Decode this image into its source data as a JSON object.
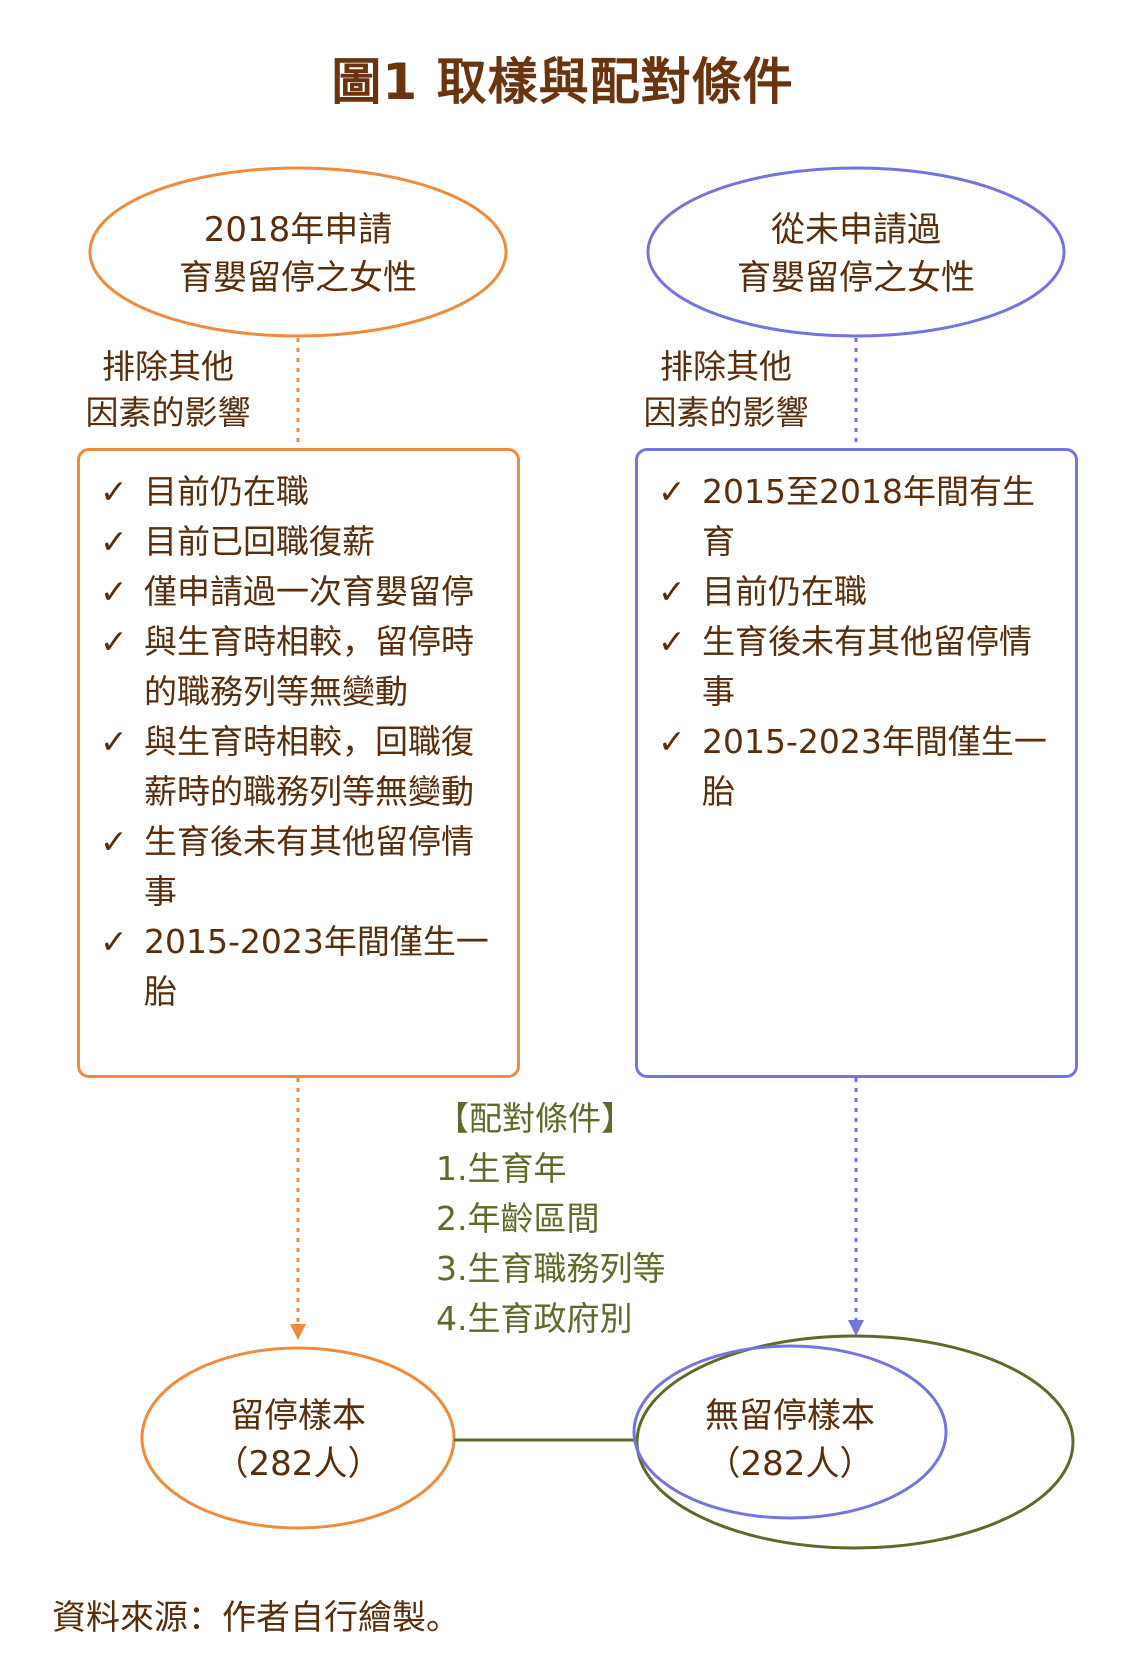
{
  "title": "圖1  取樣與配對條件",
  "colors": {
    "left": "#f08a3c",
    "right": "#7474e0",
    "green": "#5c6a2a",
    "text": "#5a2d0c"
  },
  "left": {
    "top_node": [
      "2018年申請",
      "育嬰留停之女性"
    ],
    "note": [
      "排除其他",
      "因素的影響"
    ],
    "criteria": [
      "目前仍在職",
      "目前已回職復薪",
      "僅申請過一次育嬰留停",
      "與生育時相較，留停時的職務列等無變動",
      "與生育時相較，回職復薪時的職務列等無變動",
      "生育後未有其他留停情事",
      "2015-2023年間僅生一胎"
    ],
    "bottom_node": [
      "留停樣本",
      "（282人）"
    ]
  },
  "right": {
    "top_node": [
      "從未申請過",
      "育嬰留停之女性"
    ],
    "note": [
      "排除其他",
      "因素的影響"
    ],
    "criteria": [
      "2015至2018年間有生育",
      "目前仍在職",
      "生育後未有其他留停情事",
      "2015-2023年間僅生一胎"
    ],
    "bottom_node": [
      "無留停樣本",
      "（282人）"
    ]
  },
  "check_mark": "✓",
  "matching": {
    "heading": "【配對條件】",
    "items": [
      "1.生育年",
      "2.年齡區間",
      "3.生育職務列等",
      "4.生育政府別"
    ]
  },
  "source": "資料來源：作者自行繪製。"
}
